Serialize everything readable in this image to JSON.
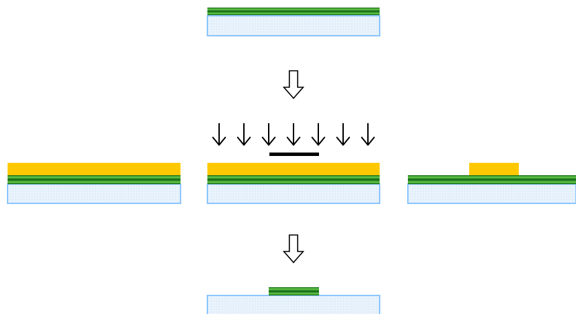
{
  "diagram": {
    "kind": "photolithography-process-flow",
    "colors": {
      "substrate_fill": "#e6f1fb",
      "substrate_border": "#8cc6ff",
      "film_light": "#69cc4a",
      "film_dark": "#0b6112",
      "photoresist": "#ffc800",
      "mask": "#000000",
      "arrow": "#000000"
    },
    "stages": [
      {
        "id": "coated-substrate",
        "layers": [
          "substrate",
          "green-film"
        ]
      },
      {
        "id": "resist-applied",
        "layers": [
          "substrate",
          "green-film",
          "photoresist"
        ]
      },
      {
        "id": "exposure-through-mask",
        "layers": [
          "substrate",
          "green-film",
          "photoresist",
          "mask",
          "uv-light"
        ],
        "uv_arrow_count": 7
      },
      {
        "id": "resist-developed",
        "layers": [
          "substrate",
          "green-film",
          "patterned-photoresist"
        ]
      },
      {
        "id": "etched-pattern",
        "layers": [
          "substrate",
          "patterned-green-film"
        ]
      }
    ],
    "icons": [
      "process-arrow-icon",
      "uv-light-arrow-icon"
    ]
  }
}
